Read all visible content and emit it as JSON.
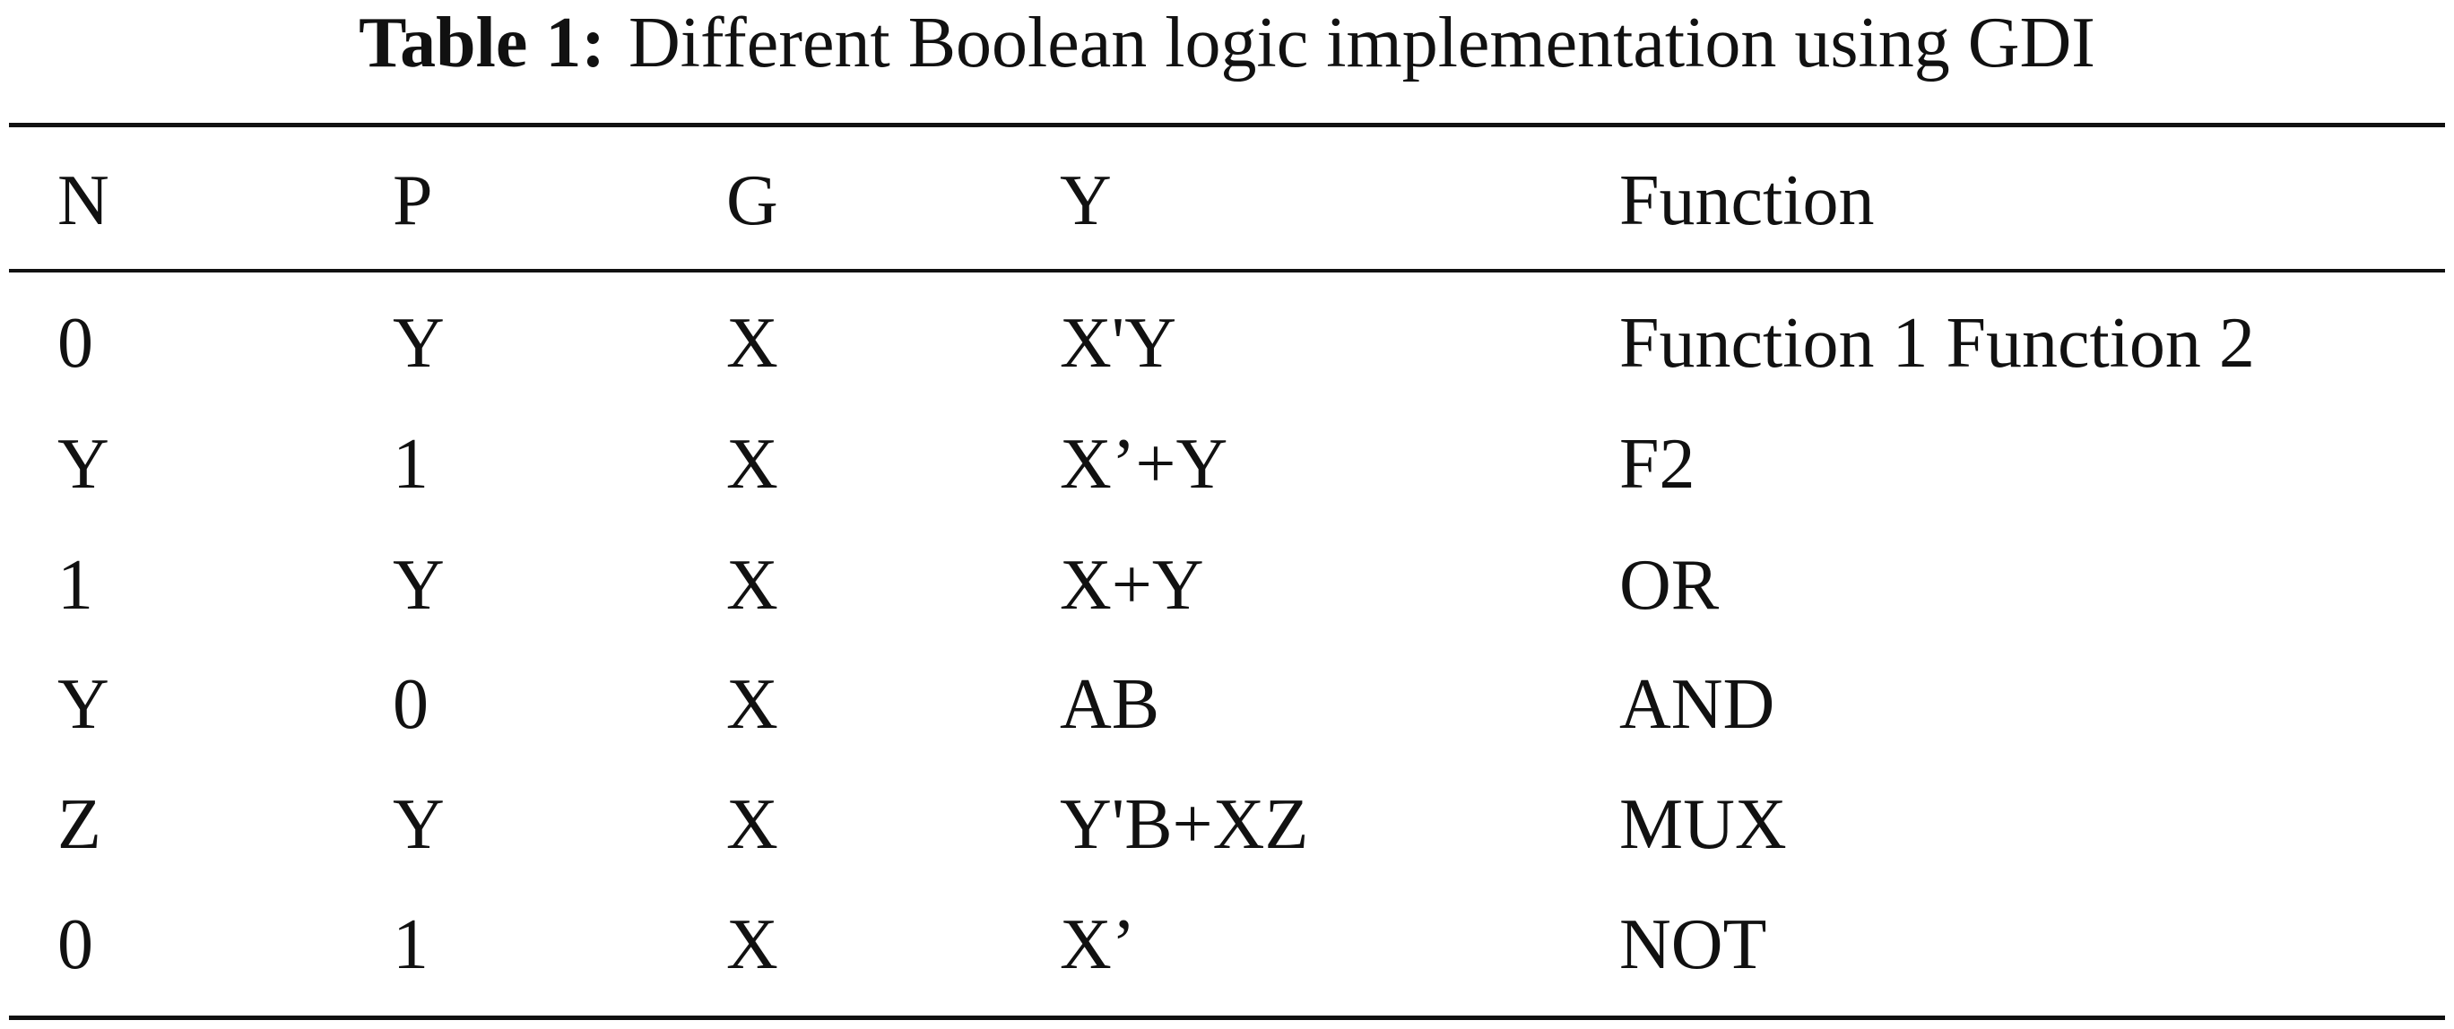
{
  "caption": {
    "label": "Table 1:",
    "text": "Different Boolean logic implementation using GDI"
  },
  "table": {
    "columns": [
      "N",
      "P",
      "G",
      "Y",
      "Function"
    ],
    "rows": [
      [
        "0",
        "Y",
        "X",
        "X'Y",
        "Function 1 Function 2"
      ],
      [
        "Y",
        "1",
        "X",
        "X’+Y",
        "F2"
      ],
      [
        "1",
        "Y",
        "X",
        "X+Y",
        "OR"
      ],
      [
        "Y",
        "0",
        "X",
        "AB",
        "AND"
      ],
      [
        "Z",
        "Y",
        "X",
        "Y'B+XZ",
        "MUX"
      ],
      [
        "0",
        "1",
        "X",
        "X’",
        "NOT"
      ]
    ]
  },
  "colors": {
    "text": "#111111",
    "rule": "#111111",
    "background": "#ffffff"
  }
}
